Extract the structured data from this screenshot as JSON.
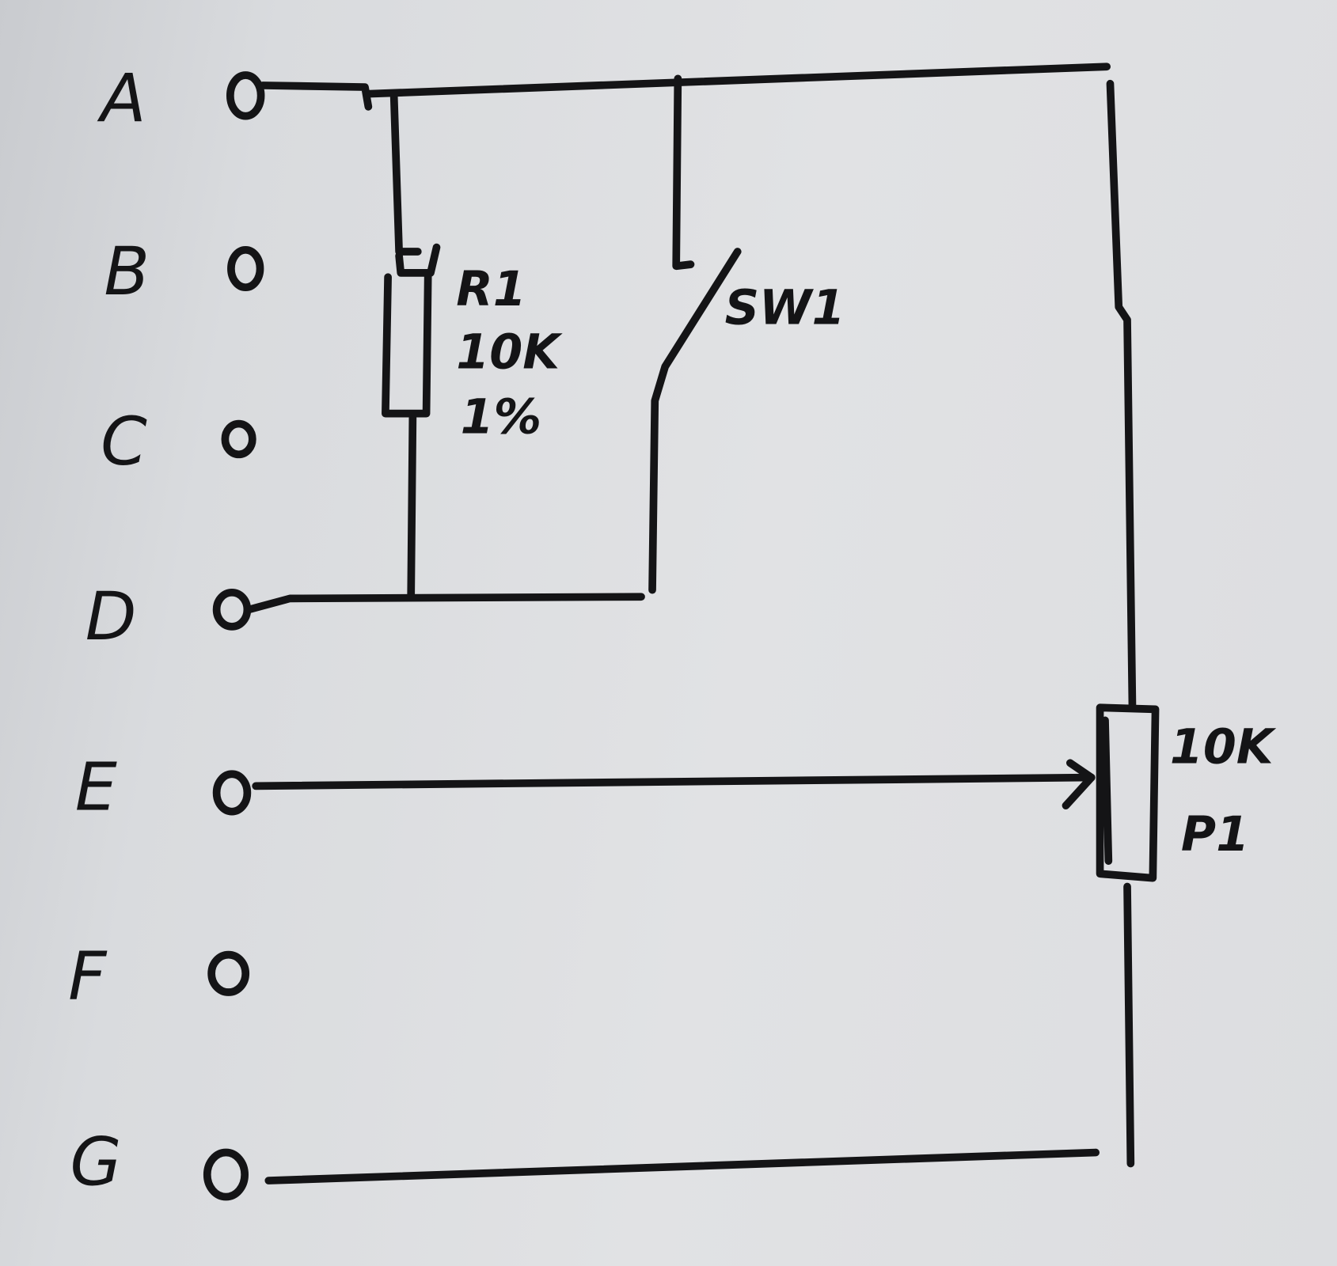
{
  "terminals": [
    "A",
    "B",
    "C",
    "D",
    "E",
    "F",
    "G"
  ],
  "components": {
    "r1": {
      "ref": "R1",
      "value": "10K",
      "tolerance": "1%"
    },
    "sw1": {
      "ref": "SW1"
    },
    "p1": {
      "ref": "P1",
      "value": "10K"
    }
  },
  "colors": {
    "ink": "#141416",
    "paper": "#dfe0e3"
  }
}
